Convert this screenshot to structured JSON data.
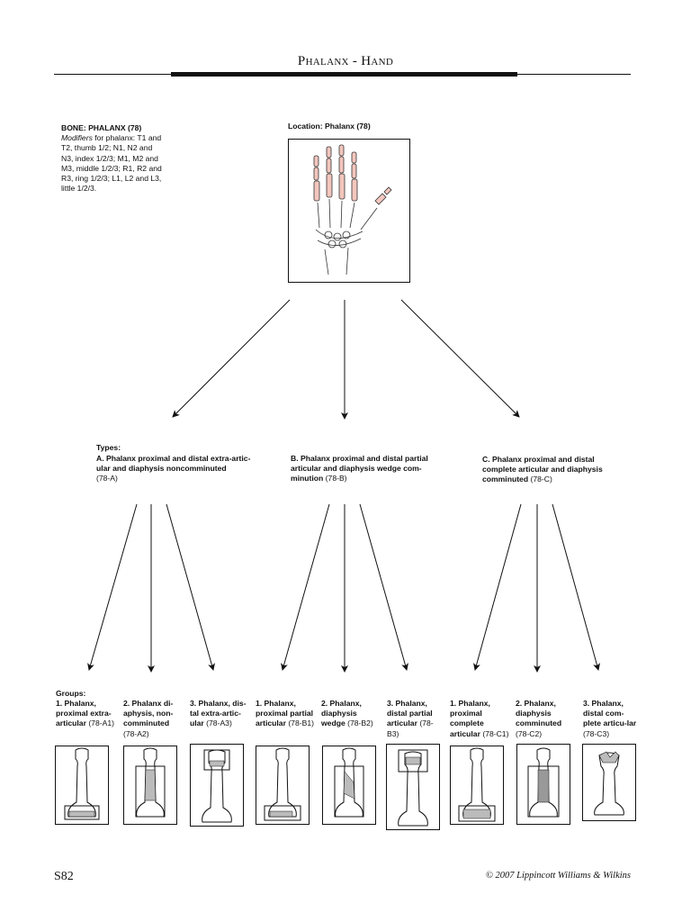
{
  "header": {
    "title_first_letter": "P",
    "title_rest": "halanx - ",
    "title_second_letter": "H",
    "title_end": "and"
  },
  "bone": {
    "title": "BONE: PHALANX (78)",
    "modifiers_label": "Modifiers",
    "modifiers_text": " for phalanx: T1 and T2, thumb 1/2; N1, N2 and N3, index 1/2/3; M1, M2 and M3, middle 1/2/3; R1, R2 and R3, ring 1/2/3; L1, L2 and L3, little 1/2/3."
  },
  "location": {
    "label": "Location: Phalanx (78)"
  },
  "types": {
    "header": "Types:",
    "a_text": "A. Phalanx proximal and distal extra-artic-ular and diaphysis noncomminuted",
    "a_code": "(78-A)",
    "b_text": "B. Phalanx proximal and distal partial articular and diaphysis wedge com-minution",
    "b_code": "(78-B)",
    "c_text": "C. Phalanx proximal and distal complete articular and diaphysis comminuted",
    "c_code": "(78-C)"
  },
  "groups": {
    "header": "Groups:",
    "items": [
      {
        "text": "1. Phalanx, proximal extra-articular",
        "code": "(78-A1)"
      },
      {
        "text": "2. Phalanx di-aphysis, non-comminuted",
        "code": "(78-A2)"
      },
      {
        "text": "3. Phalanx, dis-tal extra-artic-ular",
        "code": "(78-A3)"
      },
      {
        "text": "1. Phalanx, proximal partial articular",
        "code": "(78-B1)"
      },
      {
        "text": "2. Phalanx, diaphysis wedge",
        "code": "(78-B2)"
      },
      {
        "text": "3. Phalanx, distal partial articular",
        "code": "(78-B3)"
      },
      {
        "text": "1. Phalanx, proximal complete articular",
        "code": "(78-C1)"
      },
      {
        "text": "2. Phalanx, diaphysis comminuted",
        "code": "(78-C2)"
      },
      {
        "text": "3. Phalanx, distal com-plete articu-lar",
        "code": "(78-C3)"
      }
    ]
  },
  "footer": {
    "page": "S82",
    "copyright": "© 2007 Lippincott Williams & Wilkins"
  }
}
